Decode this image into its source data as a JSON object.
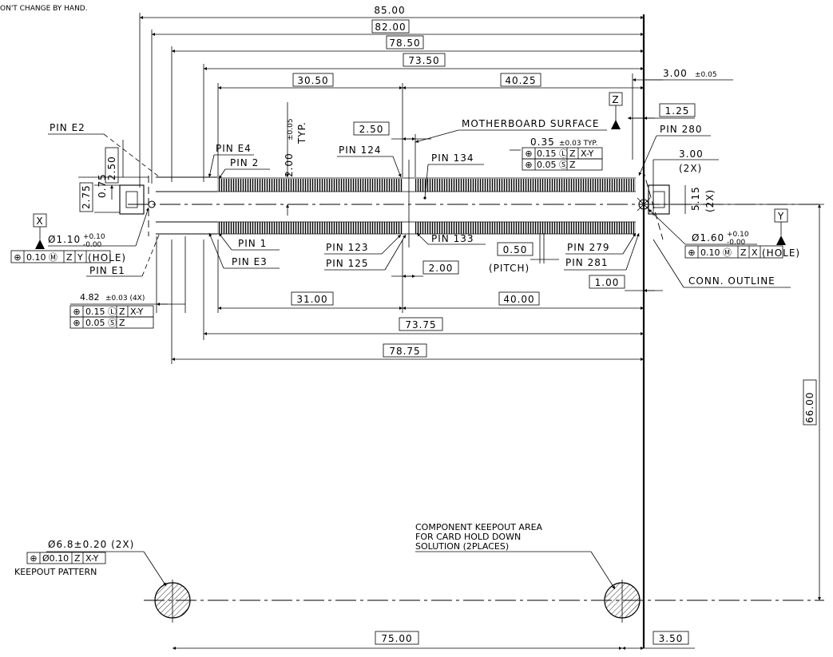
{
  "header_note": "ON'T CHANGE BY HAND.",
  "dims": {
    "d85_00": "85.00",
    "d82_00": "82.00",
    "d78_50": "78.50",
    "d73_50": "73.50",
    "d30_50": "30.50",
    "d40_25": "40.25",
    "d3_00a": "3.00",
    "d3_00a_tol": "±0.05",
    "d1_25": "1.25",
    "d2_50": "2.50",
    "d2_00": "2.00",
    "d2_00_tol": "±0.05",
    "typ": "TYP.",
    "d2_75": "2.75",
    "d0_75": "0.75",
    "d2_50v": "2.50",
    "d3_00b": "3.00",
    "x2a": "(2X)",
    "d5_15": "5.15",
    "x2b": "(2X)",
    "d0_35": "0.35",
    "d0_35_tol": "±0.03 TYP.",
    "d0_50": "0.50",
    "pitch": "(PITCH)",
    "d2_00b": "2.00",
    "d1_00": "1.00",
    "d31_00": "31.00",
    "d40_00": "40.00",
    "d73_75": "73.75",
    "d78_75": "78.75",
    "d66_00": "66.00",
    "d75_00": "75.00",
    "d3_50": "3.50",
    "d4_82": "4.82",
    "d4_82_tol": "±0.03 (4X)"
  },
  "labels": {
    "pin_e2": "PIN E2",
    "pin_e4": "PIN E4",
    "pin_2": "PIN 2",
    "pin_124": "PIN 124",
    "pin_134": "PIN 134",
    "mb_surface": "MOTHERBOARD SURFACE",
    "pin_280": "PIN 280",
    "pin_1": "PIN 1",
    "pin_e3": "PIN E3",
    "pin_e1": "PIN E1",
    "pin_123": "PIN 123",
    "pin_125": "PIN 125",
    "pin_133": "PIN 133",
    "pin_279": "PIN 279",
    "pin_281": "PIN 281",
    "conn_outline": "CONN. OUTLINE",
    "keepout_title_1": "COMPONENT KEEPOUT AREA",
    "keepout_title_2": "FOR CARD HOLD DOWN",
    "keepout_title_3": "SOLUTION (2PLACES)",
    "keepout_dia": "Ø6.8±0.20 (2X)",
    "keepout_pattern": "KEEPOUT PATTERN",
    "hole_left": "Ø1.10",
    "hole_left_tol_plus": "+0.10",
    "hole_left_tol_minus": "-0.00",
    "hole_right": "Ø1.60",
    "hole_right_tol_plus": "+0.10",
    "hole_right_tol_minus": "-0.00",
    "hole_word": "(HOLE)"
  },
  "datums": {
    "x": "X",
    "y": "Y",
    "z": "Z"
  },
  "fcf": {
    "sym": "⊕",
    "left_tol": "0.10 Ⓜ",
    "right_tol": "0.10 Ⓜ",
    "pitch_tol1": "0.15 Ⓛ",
    "pitch_tol2": "0.05 Ⓢ",
    "e_tol1": "0.15 Ⓛ",
    "e_tol2": "0.05 Ⓢ",
    "keep_tol": "Ø0.10",
    "z": "Z",
    "y": "Y",
    "x": "X",
    "xy": "X-Y"
  }
}
